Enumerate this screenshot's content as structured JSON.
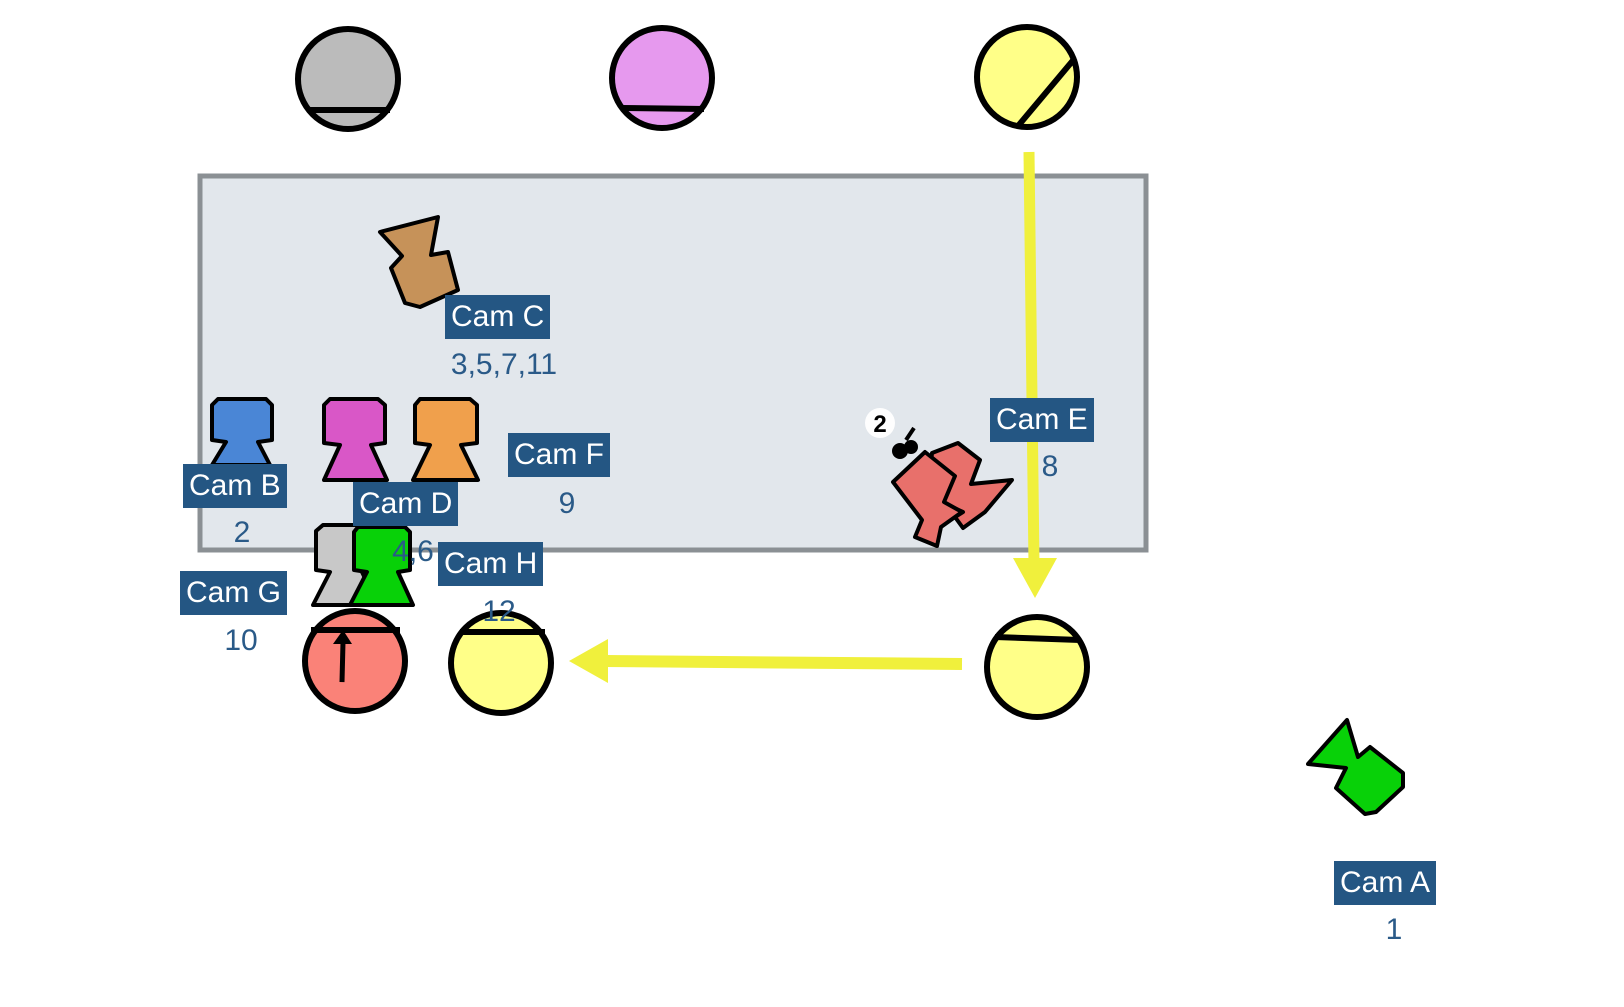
{
  "colors": {
    "table_fill": "#e2e7ec",
    "table_stroke": "#8b9094",
    "arrow": "#f0f03c",
    "label_bg": "#245683",
    "label_text": "#ffffff",
    "number_text": "#2a5a88"
  },
  "targets": [
    {
      "name": "target-gray-top",
      "color": "#bbbbbb",
      "mark": "bottom-line"
    },
    {
      "name": "target-pink-top",
      "color": "#e699ee",
      "mark": "bottom-line"
    },
    {
      "name": "target-yellow-top",
      "color": "#ffff88",
      "mark": "diagonal-line"
    },
    {
      "name": "target-red-bottom",
      "color": "#fa8278",
      "mark": "top-line-arrow-up"
    },
    {
      "name": "target-yellow-bottom-left",
      "color": "#ffff88",
      "mark": "top-line"
    },
    {
      "name": "target-yellow-bottom-right",
      "color": "#ffff88",
      "mark": "top-line"
    }
  ],
  "cameras": [
    {
      "id": "A",
      "label": "Cam A",
      "shots": "1",
      "color": "#08d108"
    },
    {
      "id": "B",
      "label": "Cam B",
      "shots": "2",
      "color": "#4a86d6"
    },
    {
      "id": "C",
      "label": "Cam C",
      "shots": "3,5,7,11",
      "color": "#c69259"
    },
    {
      "id": "D",
      "label": "Cam D",
      "shots": "4,6",
      "color": "#d957c7"
    },
    {
      "id": "E",
      "label": "Cam E",
      "shots": "8",
      "color": "#e8706b"
    },
    {
      "id": "F",
      "label": "Cam F",
      "shots": "9",
      "color": "#f0a04c"
    },
    {
      "id": "G",
      "label": "Cam G",
      "shots": "10",
      "color": "#c8c8c8"
    },
    {
      "id": "H",
      "label": "Cam H",
      "shots": "12",
      "color": "#08d108"
    }
  ],
  "badge": {
    "text": "2"
  }
}
